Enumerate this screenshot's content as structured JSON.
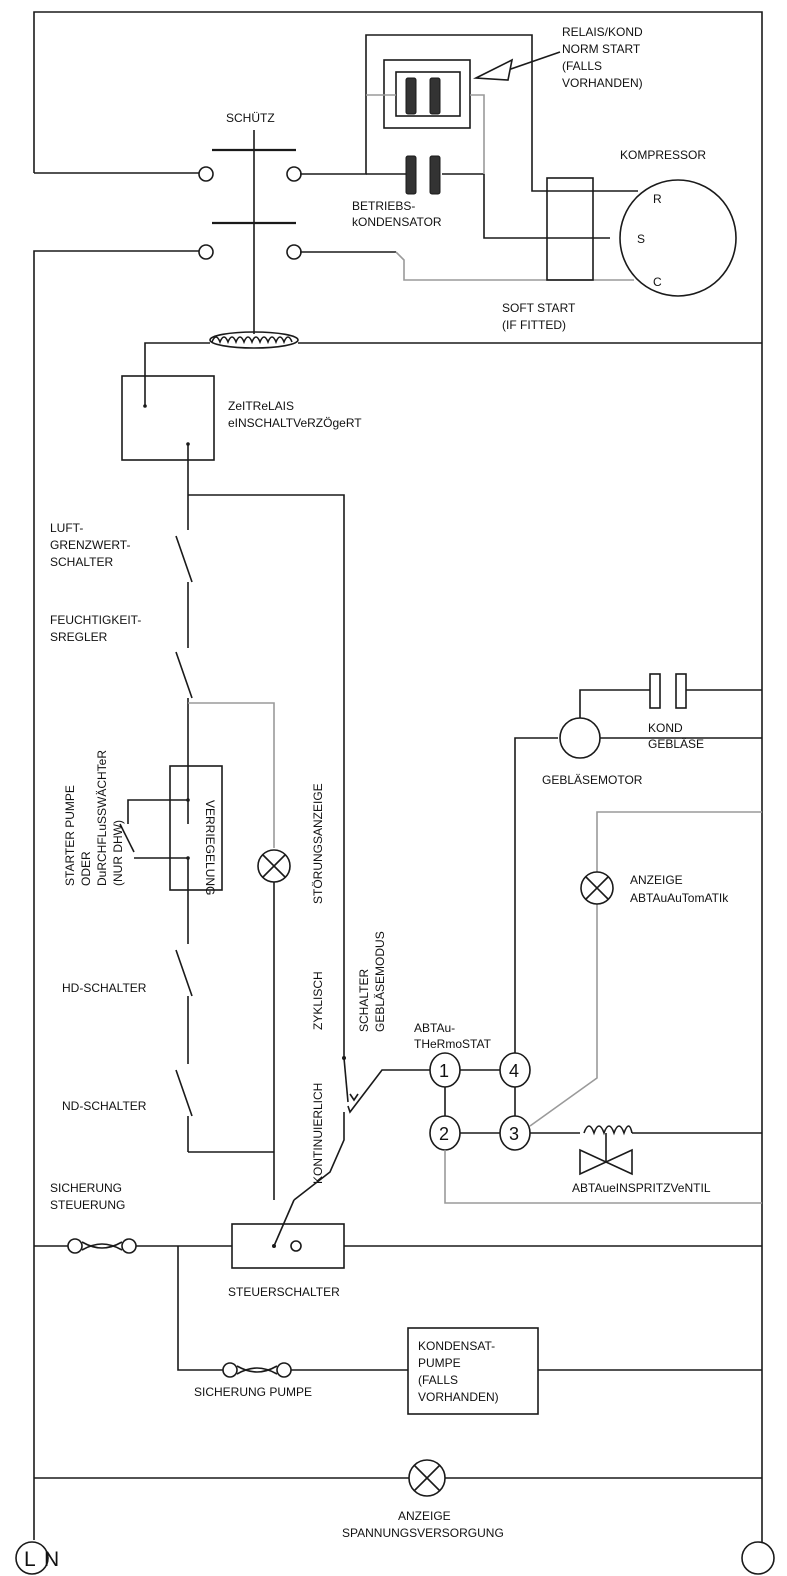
{
  "labels": {
    "relais_kond_1": "RELAIS/KOND",
    "relais_kond_2": "NORM START",
    "relais_kond_3": "(FALLS",
    "relais_kond_4": "VORHANDEN)",
    "schuetz": "SCHÜTZ",
    "kompressor": "KOMPRESSOR",
    "terminal_r": "R",
    "terminal_s": "S",
    "terminal_c": "C",
    "betriebs_1": "BETRIEBS-",
    "betriebs_2": "kONDENSATOR",
    "soft_start_1": "SOFT START",
    "soft_start_2": "(IF FITTED)",
    "zeitrelais_1": "ZeITReLAIS",
    "zeitrelais_2": "eINSCHALTVeRZÖgeRT",
    "luft_1": "LUFT-",
    "luft_2": "GRENZWERT-",
    "luft_3": "SCHALTER",
    "feucht_1": "FEUCHTIGKEIT-",
    "feucht_2": "SREGLER",
    "starter_1": "STARTER PUMPE",
    "starter_2": "ODER",
    "starter_3": "DuRCHFLuSSWÄCHTeR",
    "starter_4": "(NUR DHW)",
    "verriegelung": "VERRIEGELUNG",
    "stoerungsanzeige": "STÖRUNGSANZEIGE",
    "zyklisch": "ZYKLISCH",
    "kontinuierlich": "KONTINUIERLICH",
    "schalter_1": "SCHALTER",
    "schalter_2": "GEBLÄSEMODUS",
    "hd_schalter": "HD-SCHALTER",
    "nd_schalter": "ND-SCHALTER",
    "kond_1": "KOND",
    "kond_2": "GEBLÄSE",
    "geblaesemotor": "GEBLÄSEMOTOR",
    "anzeige_abt_1": "ANZEIGE",
    "anzeige_abt_2": "ABTAuAuTomATIk",
    "abtau_thermo_1": "ABTAu-",
    "abtau_thermo_2": "THeRmoSTAT",
    "t1": "1",
    "t2": "2",
    "t3": "3",
    "t4": "4",
    "einspritzventil": "ABTAueINSPRITZVeNTIL",
    "sicherung_1": "SICHERUNG",
    "sicherung_2": "STEUERUNG",
    "steuerschalter": "STEUERSCHALTER",
    "kondensat_1": "KONDENSAT-",
    "kondensat_2": "PUMPE",
    "kondensat_3": "(FALLS",
    "kondensat_4": "VORHANDEN)",
    "sicherung_pumpe": "SICHERUNG PUMPE",
    "anzeige_sv_1": "ANZEIGE",
    "anzeige_sv_2": "SPANNUNGSVERSORGUNG",
    "term_l": "L",
    "term_n": "N"
  }
}
